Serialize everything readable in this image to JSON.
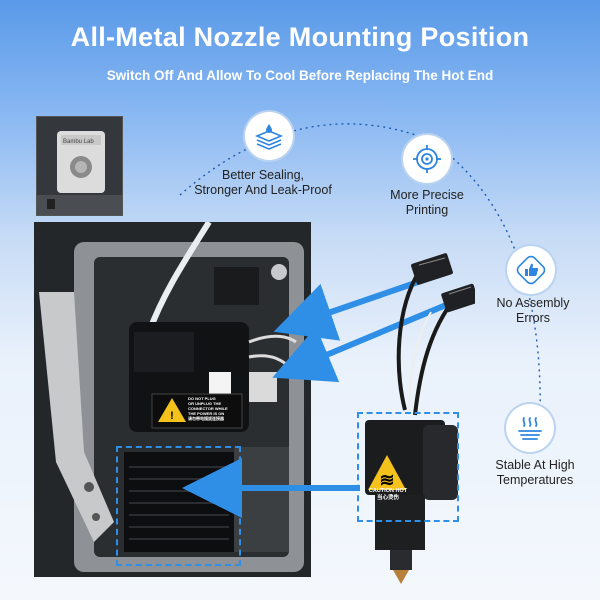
{
  "header": {
    "title": "All-Metal Nozzle Mounting Position",
    "subtitle": "Switch Off And Allow To Cool Before Replacing The Hot End"
  },
  "thumbnail": {
    "brand_text": "Bambu Lab"
  },
  "features": [
    {
      "icon": "layers-droplet-icon",
      "label_line1": "Better Sealing,",
      "label_line2": "Stronger And Leak-Proof"
    },
    {
      "icon": "crosshair-target-icon",
      "label_line1": "More Precise",
      "label_line2": "Printing"
    },
    {
      "icon": "thumbs-up-icon",
      "label_line1": "No Assembly",
      "label_line2": "Errors"
    },
    {
      "icon": "heat-waves-icon",
      "label_line1": "Stable At High",
      "label_line2": "Temperatures"
    }
  ],
  "warning_label": {
    "line1": "DO NOT PLUG",
    "line2": "OR UNPLUG THE",
    "line3": "CONNECTOR WHILE",
    "line4": "THE POWER IS ON",
    "line5": "请勿带电插拔连接器"
  },
  "hotend_label": {
    "line1": "CAUTION HOT",
    "line2": "当心烫伤"
  },
  "colors": {
    "accent_blue": "#2e86e0",
    "arrow_blue": "#2f8fe6",
    "warning_yellow": "#f5c21b"
  }
}
